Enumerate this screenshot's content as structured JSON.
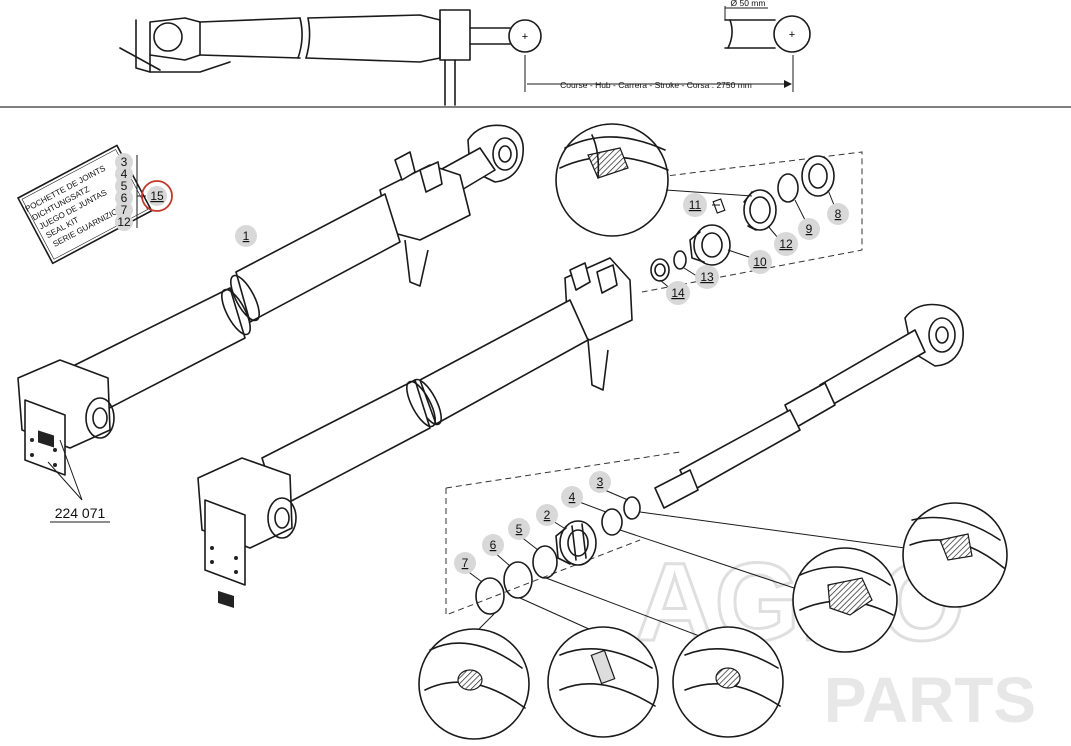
{
  "top_drawing": {
    "diameter_label": "Ø 50 mm",
    "stroke_label": "Course - Hub - Carrera - Stroke - Corsa : 2750 mm"
  },
  "seal_kit": {
    "label_lines": [
      "POCHETTE DE JOINTS",
      "DICHTUNGSATZ",
      "JUEGO DE JUNTAS",
      "SEAL KIT",
      "SERIE GUARNIZIONE"
    ],
    "parts": [
      "3",
      "4",
      "5",
      "6",
      "7",
      "12"
    ],
    "kit_number": "15",
    "highlight_color": "#c0392b"
  },
  "assembly_part_number": "224 071",
  "callouts": {
    "c1": "1",
    "c2": "2",
    "c3": "3",
    "c4": "4",
    "c5": "5",
    "c6": "6",
    "c7": "7",
    "c8": "8",
    "c9": "9",
    "c10": "10",
    "c11": "11",
    "c12": "12",
    "c13": "13",
    "c14": "14"
  },
  "watermark": {
    "line1": "AGRO",
    "line2": "PARTS"
  }
}
